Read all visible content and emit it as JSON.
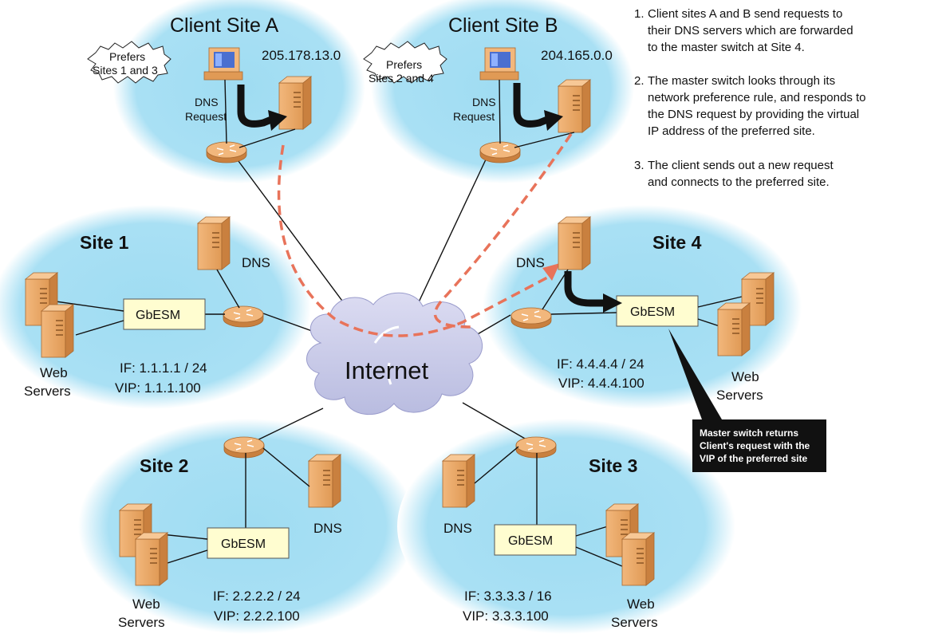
{
  "colors": {
    "site_glow": "#9fdcf2",
    "cloud": "#c9cbea",
    "server": "#e9a868",
    "router": "#e9a868",
    "switch_fill": "#fffdd0",
    "dashed": "#e8735a",
    "callout_bg": "#111111"
  },
  "icons": {
    "server": "server-icon",
    "router": "router-icon",
    "workstation": "workstation-icon",
    "cloud": "cloud-icon"
  },
  "client_a": {
    "title": "Client Site A",
    "ip": "205.178.13.0",
    "prefers": [
      "Prefers",
      "Sites 1 and 3"
    ],
    "dns_request": [
      "DNS",
      "Request"
    ]
  },
  "client_b": {
    "title": "Client Site B",
    "ip": "204.165.0.0",
    "prefers": [
      "Prefers",
      "Sites 2 and 4"
    ],
    "dns_request": [
      "DNS",
      "Request"
    ]
  },
  "site1": {
    "title": "Site 1",
    "switch": "GbESM",
    "dns": "DNS",
    "if": "IF: 1.1.1.1 / 24",
    "vip": "VIP: 1.1.1.100",
    "web": [
      "Web",
      "Servers"
    ]
  },
  "site2": {
    "title": "Site 2",
    "switch": "GbESM",
    "dns": "DNS",
    "if": "IF: 2.2.2.2 / 24",
    "vip": "VIP: 2.2.2.100",
    "web": [
      "Web",
      "Servers"
    ]
  },
  "site3": {
    "title": "Site 3",
    "switch": "GbESM",
    "dns": "DNS",
    "if": "IF: 3.3.3.3 / 16",
    "vip": "VIP: 3.3.3.100",
    "web": [
      "Web",
      "Servers"
    ]
  },
  "site4": {
    "title": "Site 4",
    "switch": "GbESM",
    "dns": "DNS",
    "if": "IF: 4.4.4.4 / 24",
    "vip": "VIP: 4.4.4.100",
    "web": [
      "Web",
      "Servers"
    ]
  },
  "internet": "Internet",
  "callout": [
    "Master switch  returns",
    "Client's request with the",
    "VIP of the preferred site"
  ],
  "notes": [
    {
      "num": "1.",
      "lines": [
        "Client sites A and B send requests to",
        "their DNS servers which are forwarded",
        "to the master switch at Site 4."
      ]
    },
    {
      "num": "2.",
      "lines": [
        "The master switch looks through its",
        "network preference rule, and responds to",
        "the DNS request by providing the virtual",
        "IP address of the preferred site."
      ]
    },
    {
      "num": "3.",
      "lines": [
        "The client sends out a new request",
        "and connects to the preferred site."
      ]
    }
  ]
}
